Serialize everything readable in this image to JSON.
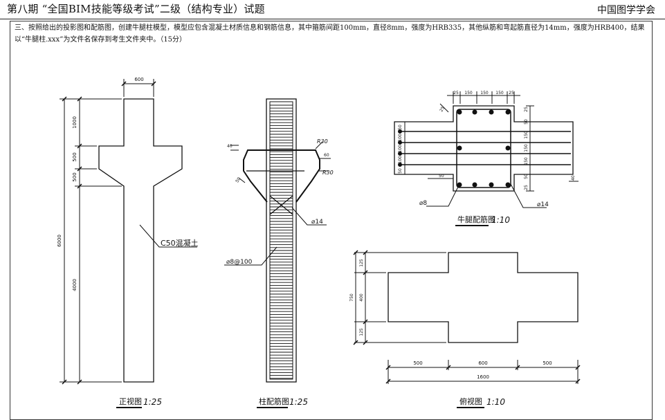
{
  "header": {
    "title": "第八期 “全国BIM技能等级考试”二级（结构专业）试题",
    "org": "中国图学学会"
  },
  "question": "三、按照给出的投影图和配筋图，创建牛腿柱模型，模型应包含混凝土材质信息和钢筋信息，其中箍筋间距100mm，直径8mm，强度为HRB335，其他纵筋和弯起筋直径为14mm，强度为HRB400，结果以“牛腿柱.xxx”为文件名保存到考生文件夹中。（15分）",
  "front_view": {
    "title": "正视图",
    "scale": "1:25",
    "dim_top": "600",
    "dim_segments": [
      "1000",
      "500",
      "500",
      "4000"
    ],
    "dim_total": "6000",
    "material_label": "C50混凝土"
  },
  "rebar_view": {
    "title": "柱配筋图",
    "scale": "1:25",
    "dim_40": "40",
    "r30a": "R30",
    "r30b": "R30",
    "dim_60": "60",
    "dim_50": "50",
    "label_bar": "⌀14",
    "label_stirrup": "⌀8@100"
  },
  "corbel_section": {
    "title": "牛腿配筋图",
    "scale": "1:10",
    "top_dims": [
      "25",
      "150",
      "150",
      "150",
      "25"
    ],
    "left_top": "25",
    "left_dims": [
      "50",
      "100",
      "100",
      "100",
      "50"
    ],
    "right_dims": [
      "25",
      "50",
      "150",
      "150",
      "150",
      "50",
      "25"
    ],
    "bottom_50": "50",
    "right_40": "40",
    "label_stirrup": "⌀8",
    "label_bar": "⌀14"
  },
  "top_view": {
    "title": "俯视图",
    "scale": "1:10",
    "left_dims": [
      "125",
      "400",
      "125"
    ],
    "left_total": "750",
    "bottom_dims": [
      "500",
      "600",
      "500"
    ],
    "bottom_total": "1600"
  }
}
